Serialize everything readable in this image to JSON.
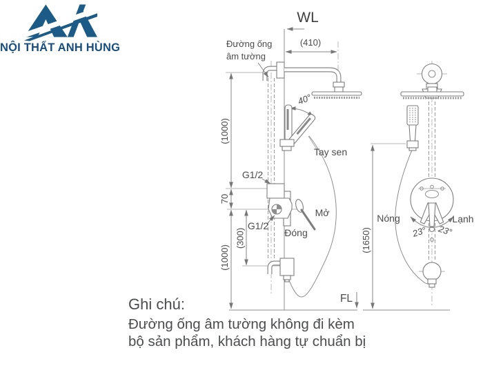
{
  "logo": {
    "company_name": "NỘI THẤT ANH HÙNG",
    "mark": "AH-monogram",
    "brand_color": "#1d5b87",
    "text_color": "#184e7d"
  },
  "diagram": {
    "labels": {
      "wall_line": "WL",
      "floor_line": "FL",
      "concealed_pipe_1": "Đường ống",
      "concealed_pipe_2": "âm tường",
      "hand_shower": "Tay sen",
      "open": "Mở",
      "close": "Đóng",
      "thread_top": "G1/2",
      "thread_bottom": "G1/2",
      "hot": "Nóng",
      "cold": "Lạnh"
    },
    "dimensions": {
      "head_offset": "(410)",
      "upper_run": "(1000)",
      "valve_gap": "70",
      "lower_run": "(1000)",
      "spout_run": "(300)",
      "total_height": "(1650)",
      "swivel_angle": "40°",
      "handle_angle_left": "23°",
      "handle_angle_right": "23°"
    }
  },
  "note": {
    "title": "Ghi chú:",
    "line1": "Đường ống âm tường không đi kèm",
    "line2": "bộ sản phẩm, khách hàng tự chuẩn bị"
  }
}
